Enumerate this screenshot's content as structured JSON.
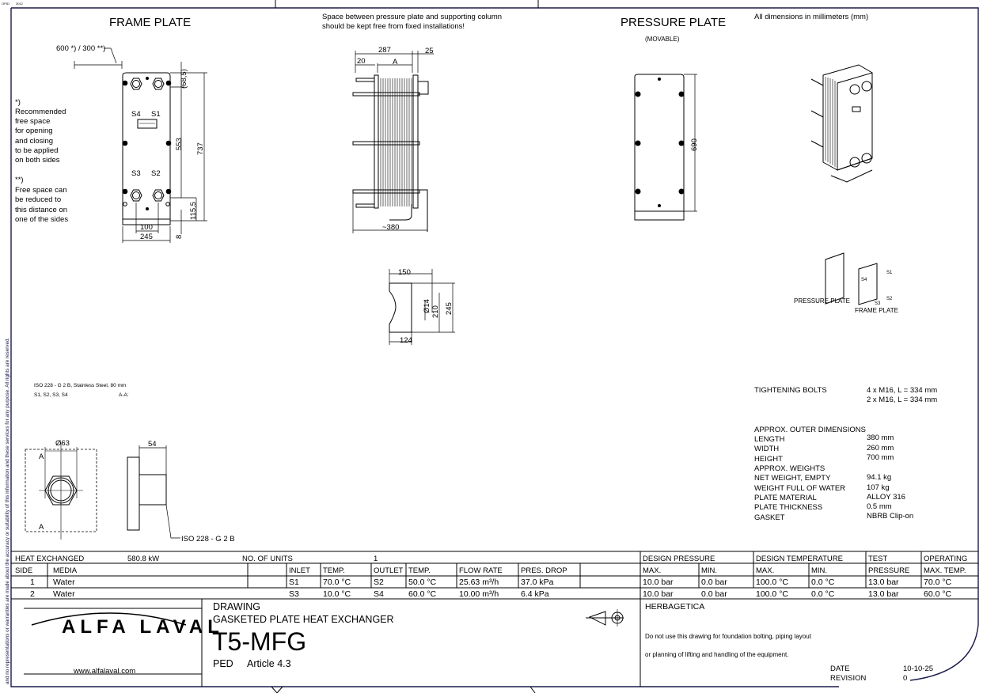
{
  "header": {
    "code_left": "OPID",
    "code_right": "3012"
  },
  "side_note": "and no representations or warranties are made about the accuracy or suitability of this information and these services for any purpose. All rights are reserved.",
  "frame_plate": {
    "title": "FRAME PLATE",
    "clearance": "600 *) / 300 **)",
    "ports": [
      "S4",
      "S1",
      "S3",
      "S2"
    ],
    "dims": {
      "top": "(68,5)",
      "bolt": "553",
      "height": "737",
      "bottom": "115,5",
      "base": "8",
      "port_spacing": "100",
      "width": "245"
    },
    "notes": [
      "*)",
      "Recommended",
      "free space",
      "for opening",
      "and closing",
      "to be applied",
      "on both sides",
      "**)",
      "Free space can",
      "be reduced to",
      "this distance on",
      "one of the sides"
    ]
  },
  "side_view": {
    "note_line1": "Space between pressure plate and supporting column",
    "note_line2": "should be kept free from fixed installations!",
    "dims": {
      "total": "287",
      "right": "25",
      "left": "20",
      "a": "A",
      "length": "~380"
    }
  },
  "pressure_plate": {
    "title": "PRESSURE PLATE",
    "subtitle": "(MOVABLE)",
    "height": "690"
  },
  "units_note": "All dimensions in millimeters (mm)",
  "bracket": {
    "top": "150",
    "hole": "Ø14",
    "h1": "210",
    "h2": "245",
    "bottom": "124"
  },
  "iso_legend": {
    "pressure_plate": "PRESSURE PLATE",
    "frame_plate": "FRAME PLATE",
    "ports": [
      "S1",
      "S4",
      "S2",
      "S3"
    ]
  },
  "connection": {
    "spec": "ISO 228 - G 2 B, Stainless Steel, 80 mm",
    "ports": "S1, S2, S3, S4",
    "section": "A-A:",
    "diameter": "Ø63",
    "section_mark": "A",
    "depth": "54",
    "thread": "ISO 228 - G 2 B"
  },
  "specs": {
    "bolts_label": "TIGHTENING BOLTS",
    "bolts_1": "4 x M16, L = 334 mm",
    "bolts_2": "2 x M16, L = 334 mm",
    "outer_title": "APPROX. OUTER DIMENSIONS",
    "rows": [
      {
        "label": "LENGTH",
        "value": "380 mm"
      },
      {
        "label": "WIDTH",
        "value": "260 mm"
      },
      {
        "label": "HEIGHT",
        "value": "700 mm"
      },
      {
        "label": "APPROX. WEIGHTS",
        "value": ""
      },
      {
        "label": "NET WEIGHT, EMPTY",
        "value": "94.1 kg"
      },
      {
        "label": "WEIGHT FULL OF WATER",
        "value": "107 kg"
      },
      {
        "label": "PLATE MATERIAL",
        "value": "ALLOY 316"
      },
      {
        "label": "PLATE THICKNESS",
        "value": "0.5 mm"
      },
      {
        "label": "GASKET",
        "value": "NBRB Clip-on"
      }
    ]
  },
  "table": {
    "heat_label": "HEAT EXCHANGED",
    "heat_value": "580.8 kW",
    "units_label": "NO. OF UNITS",
    "units_value": "1",
    "group_headers": {
      "design_pressure": "DESIGN PRESSURE",
      "design_temp": "DESIGN TEMPERATURE",
      "test": "TEST",
      "operating": "OPERATING"
    },
    "headers": [
      "SIDE",
      "MEDIA",
      "INLET",
      "TEMP.",
      "OUTLET",
      "TEMP.",
      "FLOW RATE",
      "PRES. DROP",
      "MAX.",
      "MIN.",
      "MAX.",
      "MIN.",
      "PRESSURE",
      "MAX. TEMP."
    ],
    "rows": [
      [
        "1",
        "Water",
        "S1",
        "70.0 °C",
        "S2",
        "50.0 °C",
        "25.63 m³/h",
        "37.0 kPa",
        "10.0 bar",
        "0.0 bar",
        "100.0 °C",
        "0.0 °C",
        "13.0 bar",
        "70.0 °C"
      ],
      [
        "2",
        "Water",
        "S3",
        "10.0 °C",
        "S4",
        "60.0 °C",
        "10.00 m³/h",
        "6.4 kPa",
        "10.0 bar",
        "0.0 bar",
        "100.0 °C",
        "0.0 °C",
        "13.0 bar",
        "60.0 °C"
      ]
    ]
  },
  "title_block": {
    "logo_text": "ALFA LAVAL",
    "website": "www.alfalaval.com",
    "drawing_label": "DRAWING",
    "description": "GASKETED PLATE HEAT EXCHANGER",
    "model": "T5-MFG",
    "ped": "PED",
    "article": "Article 4.3",
    "customer": "HERBAGETICA",
    "disclaimer_1": "Do not use this drawing for foundation bolting, piping layout",
    "disclaimer_2": "or planning of lifting and handling of the equipment.",
    "date_label": "DATE",
    "date_value": "10-10-25",
    "revision_label": "REVISION",
    "revision_value": "0"
  }
}
